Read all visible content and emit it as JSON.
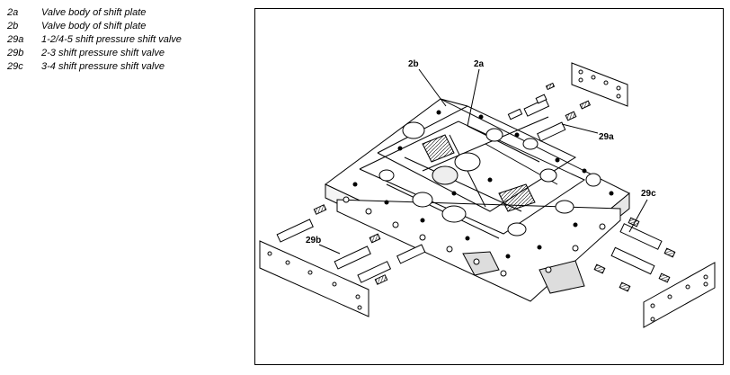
{
  "legend": [
    {
      "key": "2a",
      "text": "Valve body of shift plate"
    },
    {
      "key": "2b",
      "text": "Valve body of shift plate"
    },
    {
      "key": "29a",
      "text": "1-2/4-5 shift pressure shift valve"
    },
    {
      "key": "29b",
      "text": "2-3 shift pressure shift valve"
    },
    {
      "key": "29c",
      "text": "3-4 shift pressure shift valve"
    }
  ],
  "callouts": {
    "c2b": "2b",
    "c2a": "2a",
    "c29a": "29a",
    "c29b": "29b",
    "c29c": "29c"
  }
}
